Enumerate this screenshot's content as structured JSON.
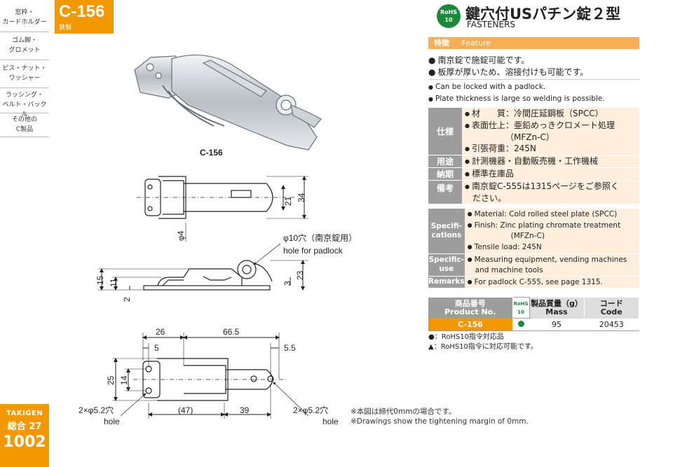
{
  "sidebar": {
    "items": [
      {
        "line1": "窓枠・",
        "line2": "カードホルダー"
      },
      {
        "line1": "ゴム脚・",
        "line2": "グロメット"
      },
      {
        "line1": "ビス・ナット・",
        "line2": "ワッシャー"
      },
      {
        "line1": "ラッシング・",
        "line2": "ベルト・バックル"
      },
      {
        "line1": "その他の",
        "line2": "C製品"
      }
    ],
    "brand": "TAKIGEN",
    "volume": "総合 27",
    "page": "1002"
  },
  "header": {
    "code": "C-156",
    "material": "鉄製",
    "rohs_badge_top": "RoHS",
    "rohs_badge_bottom": "10",
    "title_jp": "鍵穴付USパチン錠２型",
    "title_en": "FASTENERS"
  },
  "feature": {
    "label_jp": "特徴",
    "label_en": "Feature",
    "jp": [
      "南京錠で施錠可能です。",
      "板厚が厚いため、溶接付けも可能です。"
    ],
    "en": [
      "Can be locked with a padlock.",
      "Plate thickness is large so welding is possible."
    ]
  },
  "spec_jp": {
    "spec_label": "仕様",
    "material": "材　　質：冷間圧延鋼板（SPCC）",
    "finish": "表面仕上：亜鉛めっきクロメート処理",
    "finish2": "（MFZn-C）",
    "load": "引張荷重：245N",
    "use_label": "用途",
    "use": "計測機器・自動販売機・工作機械",
    "delivery_label": "納期",
    "delivery": "標準在庫品",
    "remarks_label": "備考",
    "remarks": "南京錠C-555は1315ページをご参照く",
    "remarks2": "ださい。"
  },
  "spec_en": {
    "spec_label_1": "Specifi-",
    "spec_label_2": "cations",
    "material": "Material: Cold rolled steel plate (SPCC)",
    "finish": "Finish: Zinc plating chromate treatment",
    "finish2": "(MFZn-C)",
    "load": "Tensile load: 245N",
    "use_label_1": "Specific-",
    "use_label_2": "use",
    "use": "Measuring equipment, vending machines",
    "use2": "and machine tools",
    "remarks_label": "Remarks",
    "remarks": "For padlock C-555, see page 1315."
  },
  "product_table": {
    "h_product_jp": "商品番号",
    "h_product_en": "Product No.",
    "h_rohs_1": "RoHS",
    "h_rohs_2": "10",
    "h_mass_jp": "製品質量（g）",
    "h_mass_en": "Mass",
    "h_code_jp": "コード",
    "h_code_en": "Code",
    "rows": [
      {
        "product": "C-156",
        "mass": "95",
        "code": "20453"
      }
    ]
  },
  "legend": {
    "circle": "●：RoHS10指令対応品",
    "triangle": "▲：RoHS10指令に対応可能です。"
  },
  "notes": {
    "jp": "※本図は締代0mmの場合です。",
    "en": "※Drawings show the tightening margin of 0mm."
  },
  "drawing": {
    "photo_caption": "C-156",
    "padlock_hole_jp": "φ10穴（南京錠用）",
    "padlock_hole_en": "hole for padlock",
    "hole_left_jp": "2×φ5.2穴",
    "hole_left_en": "hole",
    "hole_right_jp": "2×φ5.2穴",
    "hole_right_en": "hole",
    "dims": {
      "d21": "21",
      "d34": "34",
      "phi4": "φ4",
      "d15": "15",
      "d11": "11",
      "d2": "2",
      "d3": "3",
      "d23": "23",
      "d26": "26",
      "d66_5": "66.5",
      "d5": "5",
      "d5_5": "5.5",
      "d25": "25",
      "d14": "14",
      "d47": "(47)",
      "d39": "39"
    }
  },
  "colors": {
    "accent": "#f39800",
    "rohs_green": "#1a8a3a",
    "label_gray": "#9d9d9d",
    "value_bg": "#fdeedd"
  }
}
